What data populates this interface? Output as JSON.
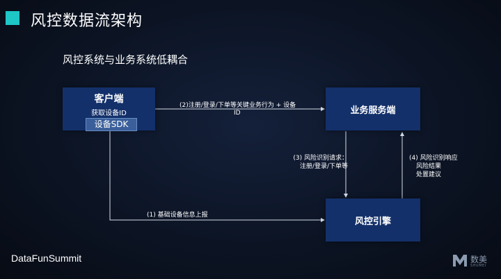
{
  "header": {
    "title": "风控数据流架构"
  },
  "subtitle": "风控系统与业务系统低耦合",
  "nodes": {
    "client": {
      "title": "客户端",
      "sub": "获取设备ID",
      "sdk": "设备SDK"
    },
    "service": {
      "label": "业务服务端"
    },
    "risk": {
      "label": "风控引擎"
    }
  },
  "edges": {
    "register_line1": "(2)注册/登录/下单等关键业务行为 + 设备",
    "register_line2": "ID",
    "request_line1": "(3) 风险识别请求：",
    "request_line2": "注册/登录/下单等",
    "response_line1": "(4) 风险识别响应",
    "response_line2": "风险结果",
    "response_line3": "处置建议",
    "basic": "(1) 基础设备信息上报"
  },
  "footer": {
    "brand": "DataFunSummit"
  },
  "logo": {
    "text": "数美",
    "sub": "SHUMEI"
  },
  "colors": {
    "accent": "#1ec6c6",
    "box": "#13306a",
    "sdk": "#3a5f9a",
    "arrow": "#d7dde8"
  }
}
